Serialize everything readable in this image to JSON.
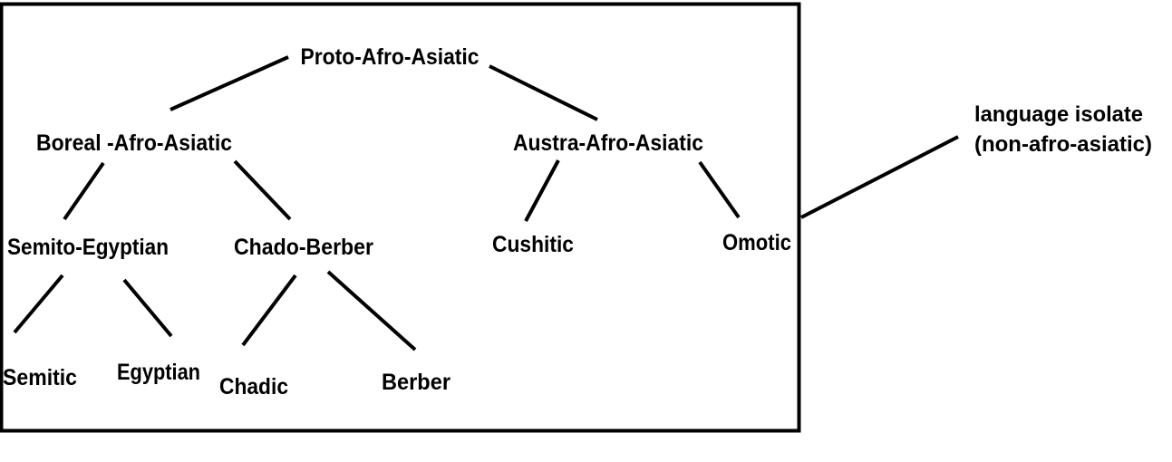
{
  "colors": {
    "ink": "#000000",
    "background": "#ffffff"
  },
  "nodes": {
    "proto": "Proto-Afro-Asiatic",
    "boreal": "Boreal -Afro-Asiatic",
    "austra": "Austra-Afro-Asiatic",
    "semito_egyptian": "Semito-Egyptian",
    "chado_berber": "Chado-Berber",
    "cushitic": "Cushitic",
    "omotic": "Omotic",
    "semitic": "Semitic",
    "egyptian": "Egyptian",
    "chadic": "Chadic",
    "berber": "Berber"
  },
  "isolate": {
    "line1": "language isolate",
    "line2": "(non-afro-asiatic)"
  }
}
